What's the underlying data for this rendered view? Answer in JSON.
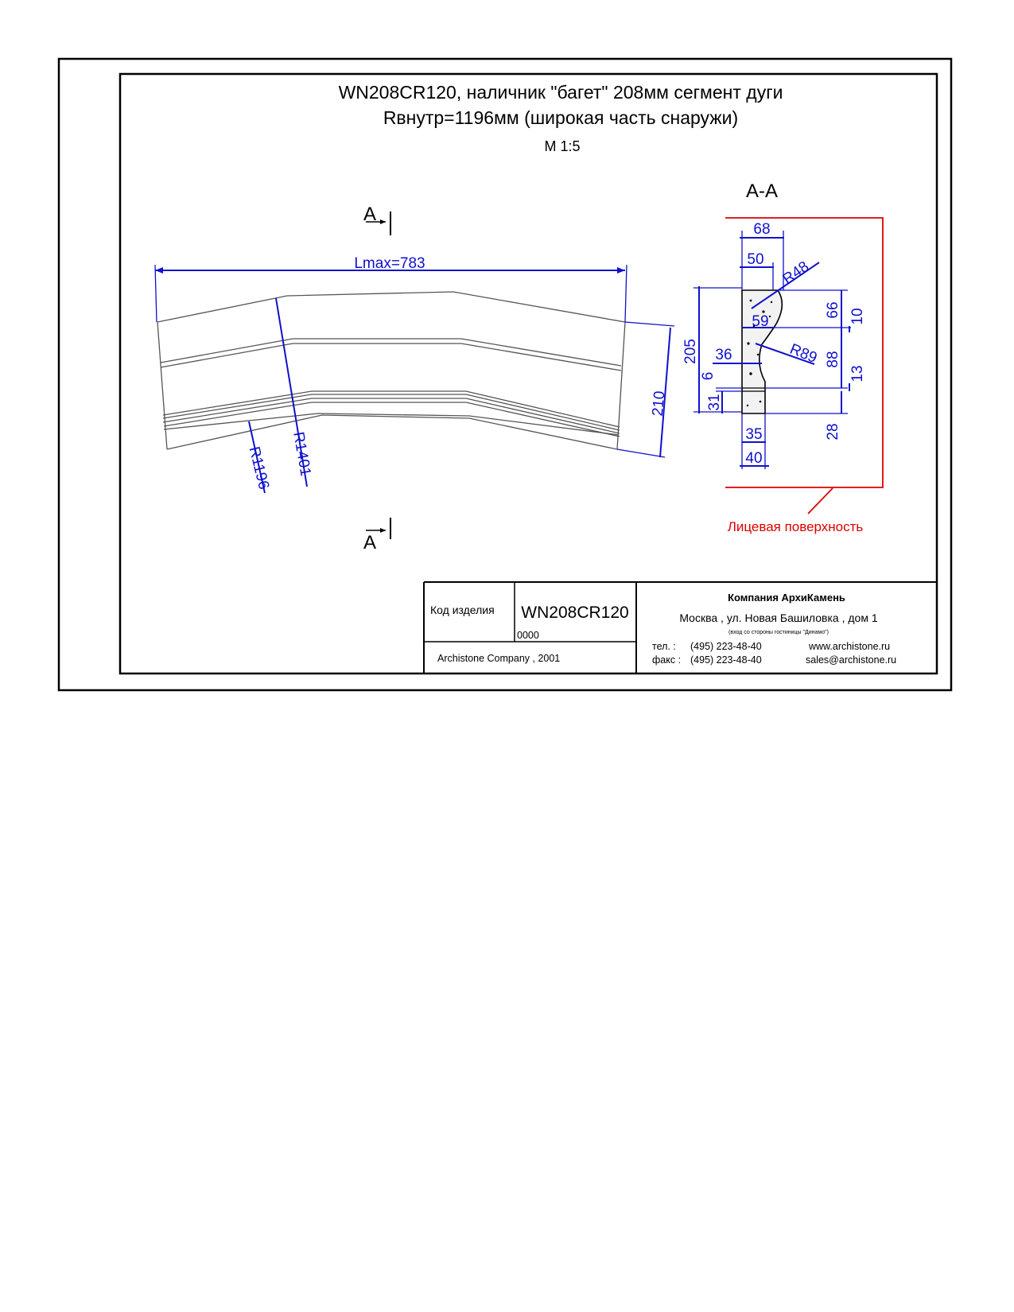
{
  "title": {
    "line1": "WN208CR120, наличник \"багет\" 208мм сегмент дуги",
    "line2": "Rвнутр=1196мм (широкая часть снаружи)",
    "scale": "М 1:5"
  },
  "section": {
    "label": "А-А",
    "marker_top": "А",
    "marker_bottom": "А"
  },
  "dimensions": {
    "plan": {
      "lmax": "Lmax=783",
      "height": "210",
      "r_inner": "R1196",
      "r_outer": "R1401"
    },
    "profile": {
      "w68": "68",
      "w50": "50",
      "r48": "R48",
      "h205": "205",
      "h66": "66",
      "h10": "10",
      "w59": "59",
      "w36": "36",
      "r89": "R89",
      "h88": "88",
      "h6": "6",
      "h13": "13",
      "h31": "31",
      "w35": "35",
      "h28": "28",
      "w40": "40"
    }
  },
  "face_label": "Лицевая поверхность",
  "title_block": {
    "code_label": "Код изделия",
    "code_value": "WN208CR120",
    "code_sub": "0000",
    "copyright": "Archistone  Company ,  2001",
    "company": "Компания  АрхиКамень",
    "address": "Москва , ул. Новая Башиловка , дом 1",
    "address_note": "(вход со стороны гостиницы \"Динамо\")",
    "tel_label": "тел.    :",
    "tel": "(495) 223-48-40",
    "fax_label": "факс :",
    "fax": "(495) 223-48-40",
    "web": "www.archistone.ru",
    "email": "sales@archistone.ru"
  },
  "colors": {
    "dimension": "#1010cc",
    "face_marker": "#dd0000",
    "outline": "#000000"
  }
}
